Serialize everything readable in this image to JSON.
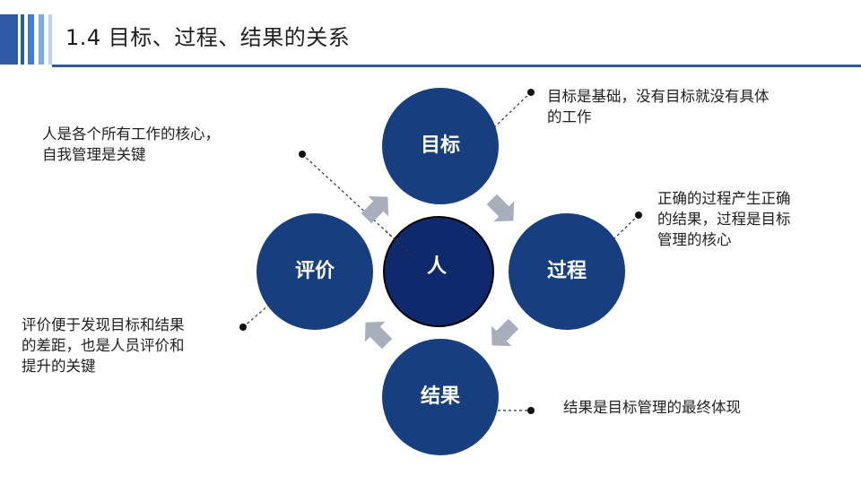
{
  "header": {
    "title": "1.4 目标、过程、结果的关系",
    "accent_colors": [
      "#2e59a6",
      "#3c7cd6",
      "#7ea9e1",
      "#bed3ef"
    ]
  },
  "diagram": {
    "center": {
      "label": "人",
      "fill": "#0e2a6c",
      "stroke": "#000000"
    },
    "circle_fill": "#173f7f",
    "arrow_color": "#a8aebc",
    "nodes": {
      "goal": {
        "label": "目标"
      },
      "process": {
        "label": "过程"
      },
      "result": {
        "label": "结果"
      },
      "evaluation": {
        "label": "评价"
      }
    },
    "annotations": {
      "people": {
        "lines": [
          "人是各个所有工作的核心，",
          "自我管理是关键"
        ]
      },
      "goal": {
        "lines": [
          "目标是基础，没有目标就没有具体",
          "的工作"
        ]
      },
      "process": {
        "lines": [
          "正确的过程产生正确",
          "的结果，过程是目标",
          "管理的核心"
        ]
      },
      "evaluation": {
        "lines": [
          "评价便于发现目标和结果",
          "的差距，也是人员评价和",
          "提升的关键"
        ]
      },
      "result": {
        "lines": [
          "结果是目标管理的最终体现"
        ]
      }
    }
  }
}
